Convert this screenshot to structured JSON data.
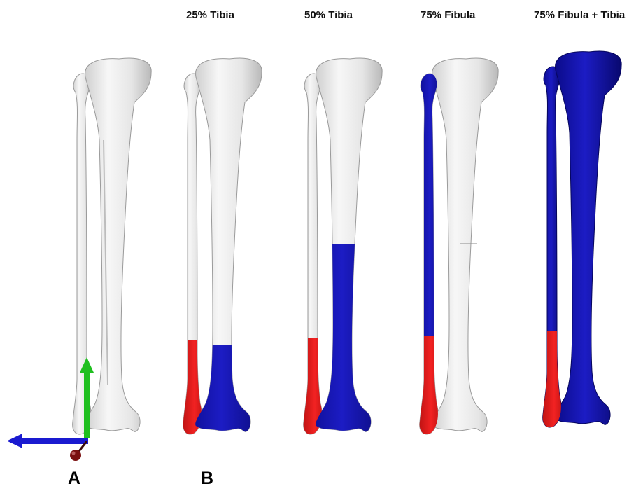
{
  "labels": {
    "titles": [
      "25% Tibia",
      "50% Tibia",
      "75% Fibula",
      "75% Fibula + Tibia"
    ],
    "panel_a": "A",
    "panel_b": "B"
  },
  "colors": {
    "bone": "#eeeeee",
    "bone_shade": "#c9c9c9",
    "red_segment": "#e01b1b",
    "blue_segment": "#1616b8",
    "dark_blue": "#0a0a8c",
    "axis_green": "#1fbf1f",
    "axis_blue": "#1a1ad0",
    "axis_red_ball": "#7a0f0f"
  }
}
